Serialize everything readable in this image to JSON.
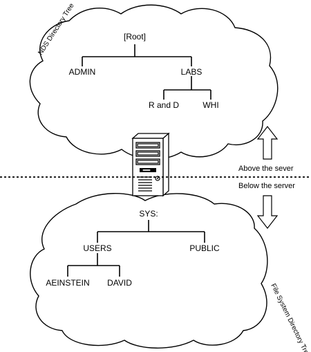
{
  "nds_tree": {
    "title": "NDS Directory Tree",
    "root": "[Root]",
    "admin": "ADMIN",
    "labs": "LABS",
    "r_and_d": "R and D",
    "whi": "WHI"
  },
  "fs_tree": {
    "title": "File System Directory Tree",
    "root": "SYS:",
    "users": "USERS",
    "public": "PUBLIC",
    "aeinstein": "AEINSTEIN",
    "david": "DAVID"
  },
  "divider": {
    "above_label": "Above the sever",
    "below_label": "Below the server"
  },
  "icons": {
    "server": "server-icon",
    "up": "up-arrow-icon",
    "down": "down-arrow-icon"
  }
}
